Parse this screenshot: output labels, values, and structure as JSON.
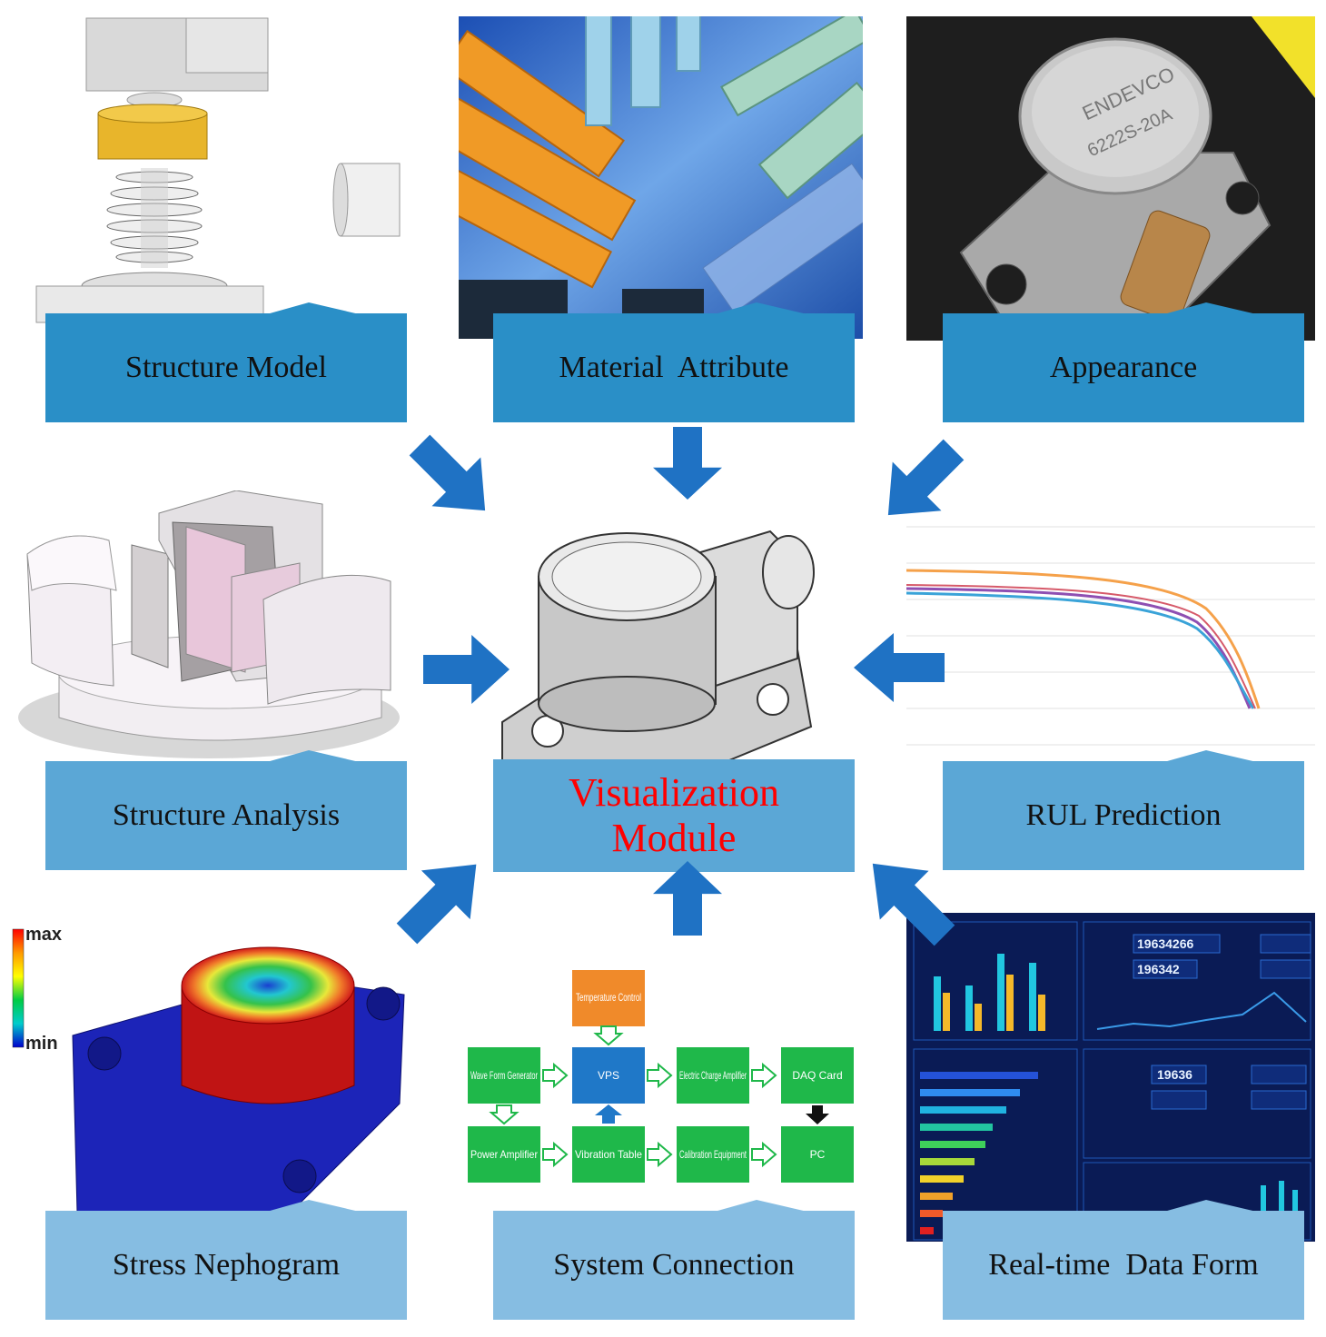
{
  "labels": {
    "structure_model": "Structure Model",
    "material_attribute": "Material  Attribute",
    "appearance": "Appearance",
    "structure_analysis": "Structure Analysis",
    "rul_prediction": "RUL Prediction",
    "stress_nephogram": "Stress Nephogram",
    "system_connection": "System Connection",
    "realtime_data_form": "Real-time  Data Form",
    "center_line1": "Visualization",
    "center_line2": "Module"
  },
  "appearance_photo": {
    "brand": "ENDEVCO",
    "model": "6222S-20A"
  },
  "stress_legend": {
    "max": "max",
    "min": "min"
  },
  "system_diagram": {
    "temperature": "Temperature Control",
    "vps": "VPS",
    "wave": "Wave Form Generator",
    "charge": "Electric Charge Amplifier",
    "daq": "DAQ Card",
    "power": "Power Amplifier",
    "vibration": "Vibration Table",
    "calibration": "Calibration Equipment",
    "pc": "PC"
  },
  "dashboard": {
    "counter_a": "19634266",
    "counter_b": "196342",
    "counter_c": "19636"
  },
  "colors": {
    "arrow": "#1f72c4",
    "row1": "#2a8fc7",
    "row2": "#5ba7d6",
    "row3": "#86bde2",
    "center_text": "#ff0000",
    "diagram_green": "#1fb84a",
    "diagram_blue": "#1f78c8",
    "diagram_orange": "#f08a2a"
  }
}
